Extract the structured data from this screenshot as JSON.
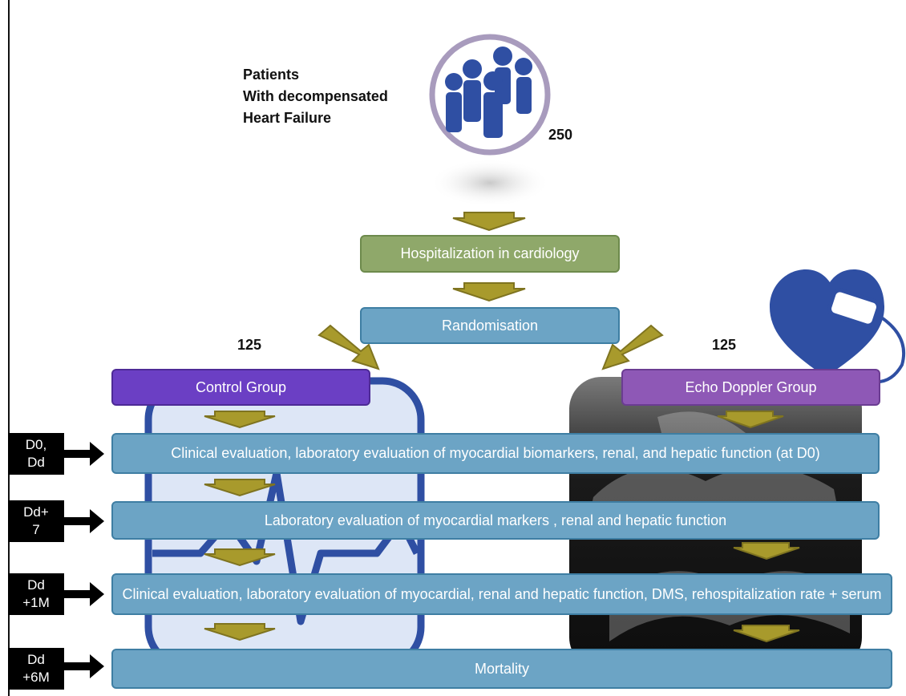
{
  "patients": {
    "label_lines": [
      "Patients",
      "With decompensated",
      "Heart Failure"
    ],
    "count": "250"
  },
  "steps": {
    "hospitalization": "Hospitalization in cardiology",
    "randomisation": "Randomisation",
    "control_group": "Control Group",
    "echo_group": "Echo Doppler Group",
    "control_count": "125",
    "echo_count": "125",
    "clinical_d0": "Clinical evaluation, laboratory evaluation of myocardial biomarkers, renal, and hepatic function (at D0)",
    "lab_d7": "Laboratory evaluation  of myocardial markers , renal and hepatic function",
    "clinical_1m": "Clinical evaluation, laboratory evaluation of myocardial, renal and hepatic function,  DMS, rehospitalization rate  + serum",
    "mortality": "Mortality"
  },
  "timepoints": [
    {
      "line1": "D0,",
      "line2": "Dd"
    },
    {
      "line1": "Dd+",
      "line2": "7"
    },
    {
      "line1": "Dd",
      "line2": "+1M"
    },
    {
      "line1": "Dd",
      "line2": "+6M"
    }
  ],
  "icons": [
    "people-group-icon",
    "heart-echo-probe-icon",
    "ecg-monitor-image",
    "echocardiogram-image"
  ],
  "colors": {
    "green": "#8fa86a",
    "blue": "#6ca4c5",
    "purple_dark": "#6b3fc4",
    "purple_light": "#8e58b6",
    "arrow": "#a89a2c",
    "icon_blue": "#2f4fa3"
  }
}
